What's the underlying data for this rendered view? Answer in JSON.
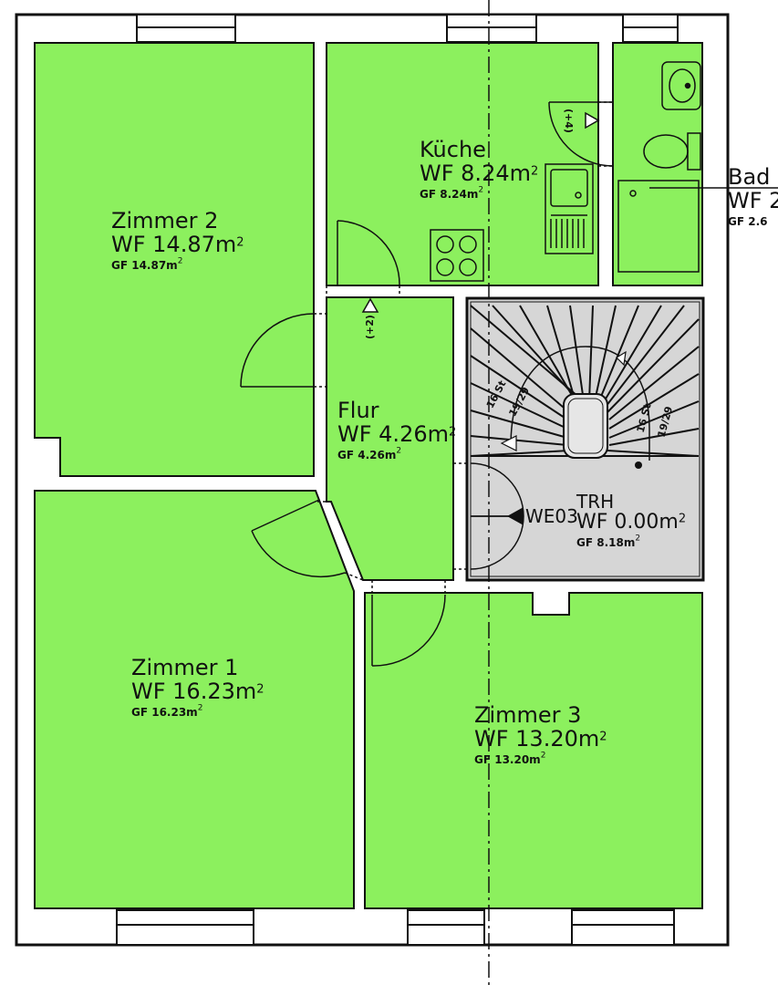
{
  "colors": {
    "room_fill": "#8cf05e",
    "stair_fill": "#d6d6d6",
    "wall": "#111111"
  },
  "rooms": {
    "zimmer2": {
      "name": "Zimmer 2",
      "wf": "WF 14.87m",
      "gf": "GF 14.87m"
    },
    "kueche": {
      "name": "Küche",
      "wf": "WF 8.24m",
      "gf": "GF 8.24m"
    },
    "bad": {
      "name": "Bad",
      "wf": "WF 2",
      "gf": "GF 2.6"
    },
    "flur": {
      "name": "Flur",
      "wf": "WF 4.26m",
      "gf": "GF 4.26m"
    },
    "trh": {
      "name": "TRH",
      "wf": "WF 0.00m",
      "gf": "GF 8.18m",
      "unit": "WE03"
    },
    "zimmer1": {
      "name": "Zimmer 1",
      "wf": "WF 16.23m",
      "gf": "GF 16.23m"
    },
    "zimmer3": {
      "name": "Zimmer 3",
      "wf": "WF 13.20m",
      "gf": "GF 13.20m"
    }
  },
  "superscript": "2",
  "markers": {
    "bad_door": "(+4)",
    "flur_door": "(+2)",
    "stair_left": "16 St",
    "stair_left_2": "19/29",
    "stair_right": "16 St",
    "stair_right_2": "19/29"
  }
}
